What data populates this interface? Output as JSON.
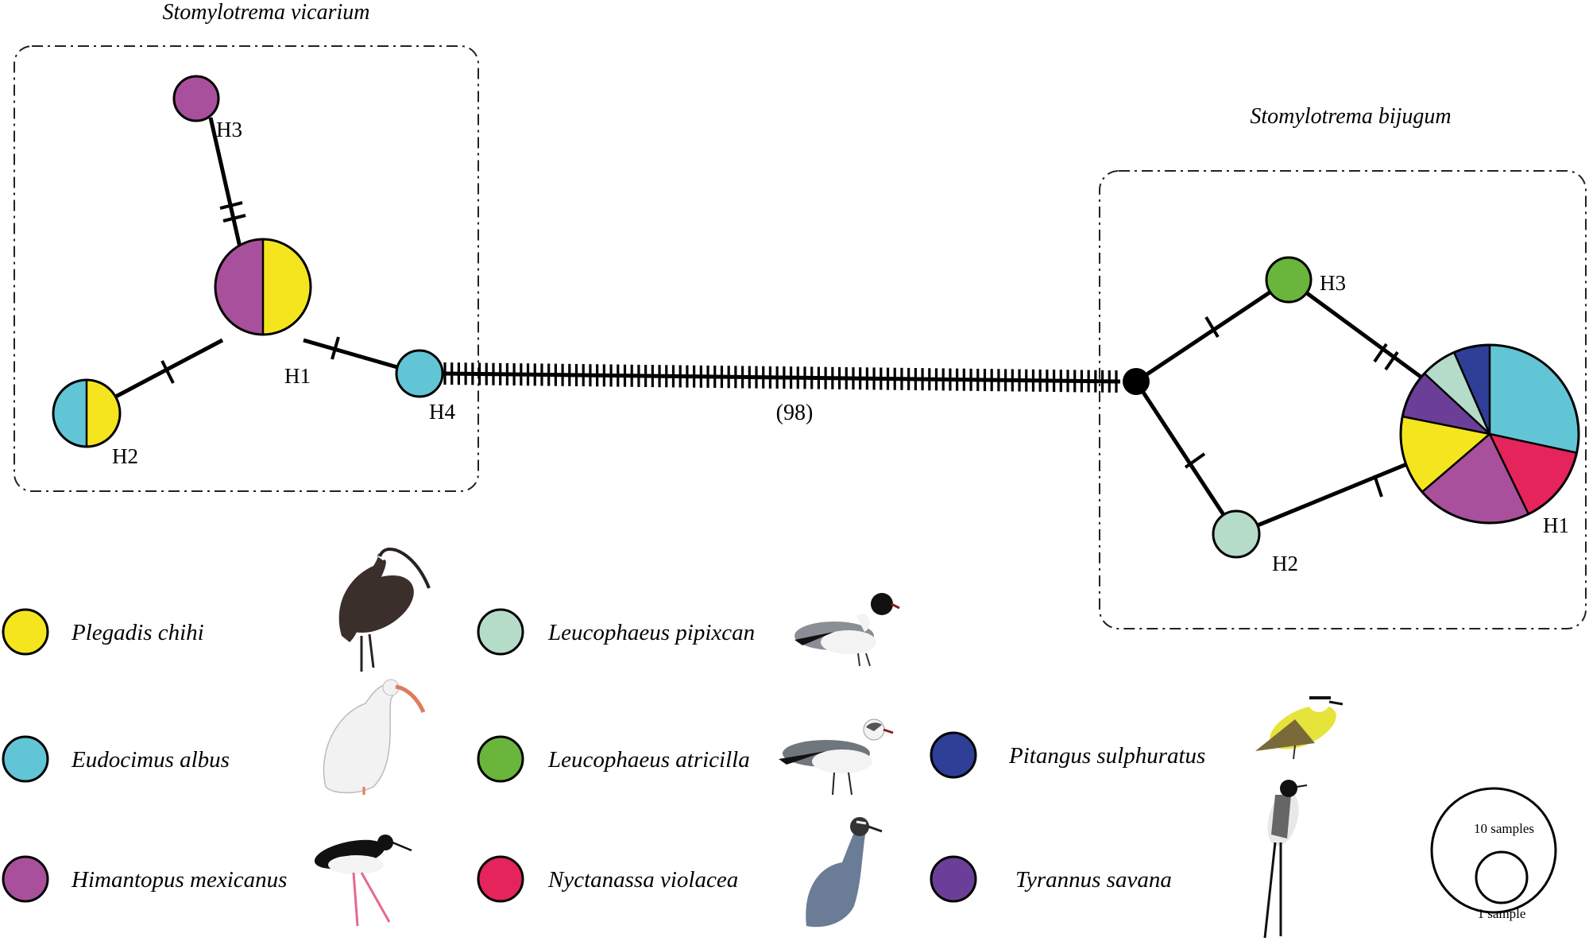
{
  "colors": {
    "plegadis": "#f5e51e",
    "eudocimus": "#62c5d5",
    "himantopus": "#a9509c",
    "pipixcan": "#b5dcc8",
    "atricilla": "#6ab53c",
    "nyctanassa": "#e4245a",
    "pitangus": "#2f3e96",
    "tyrannus": "#6b3f98"
  },
  "group_left": {
    "title": "Stomylotrema vicarium",
    "h1": "H1",
    "h2": "H2",
    "h3": "H3",
    "h4": "H4"
  },
  "group_right": {
    "title": "Stomylotrema bijugum",
    "h1": "H1",
    "h2": "H2",
    "h3": "H3"
  },
  "connector_label": "(98)",
  "legend": {
    "plegadis": "Plegadis chihi",
    "eudocimus": "Eudocimus albus",
    "himantopus": "Himantopus mexicanus",
    "pipixcan": "Leucophaeus pipixcan",
    "atricilla": "Leucophaeus atricilla",
    "nyctanassa": "Nyctanassa violacea",
    "pitangus": "Pitangus sulphuratus",
    "tyrannus": "Tyrannus savana"
  },
  "scale": {
    "large": "10 samples",
    "small": "1 sample"
  }
}
